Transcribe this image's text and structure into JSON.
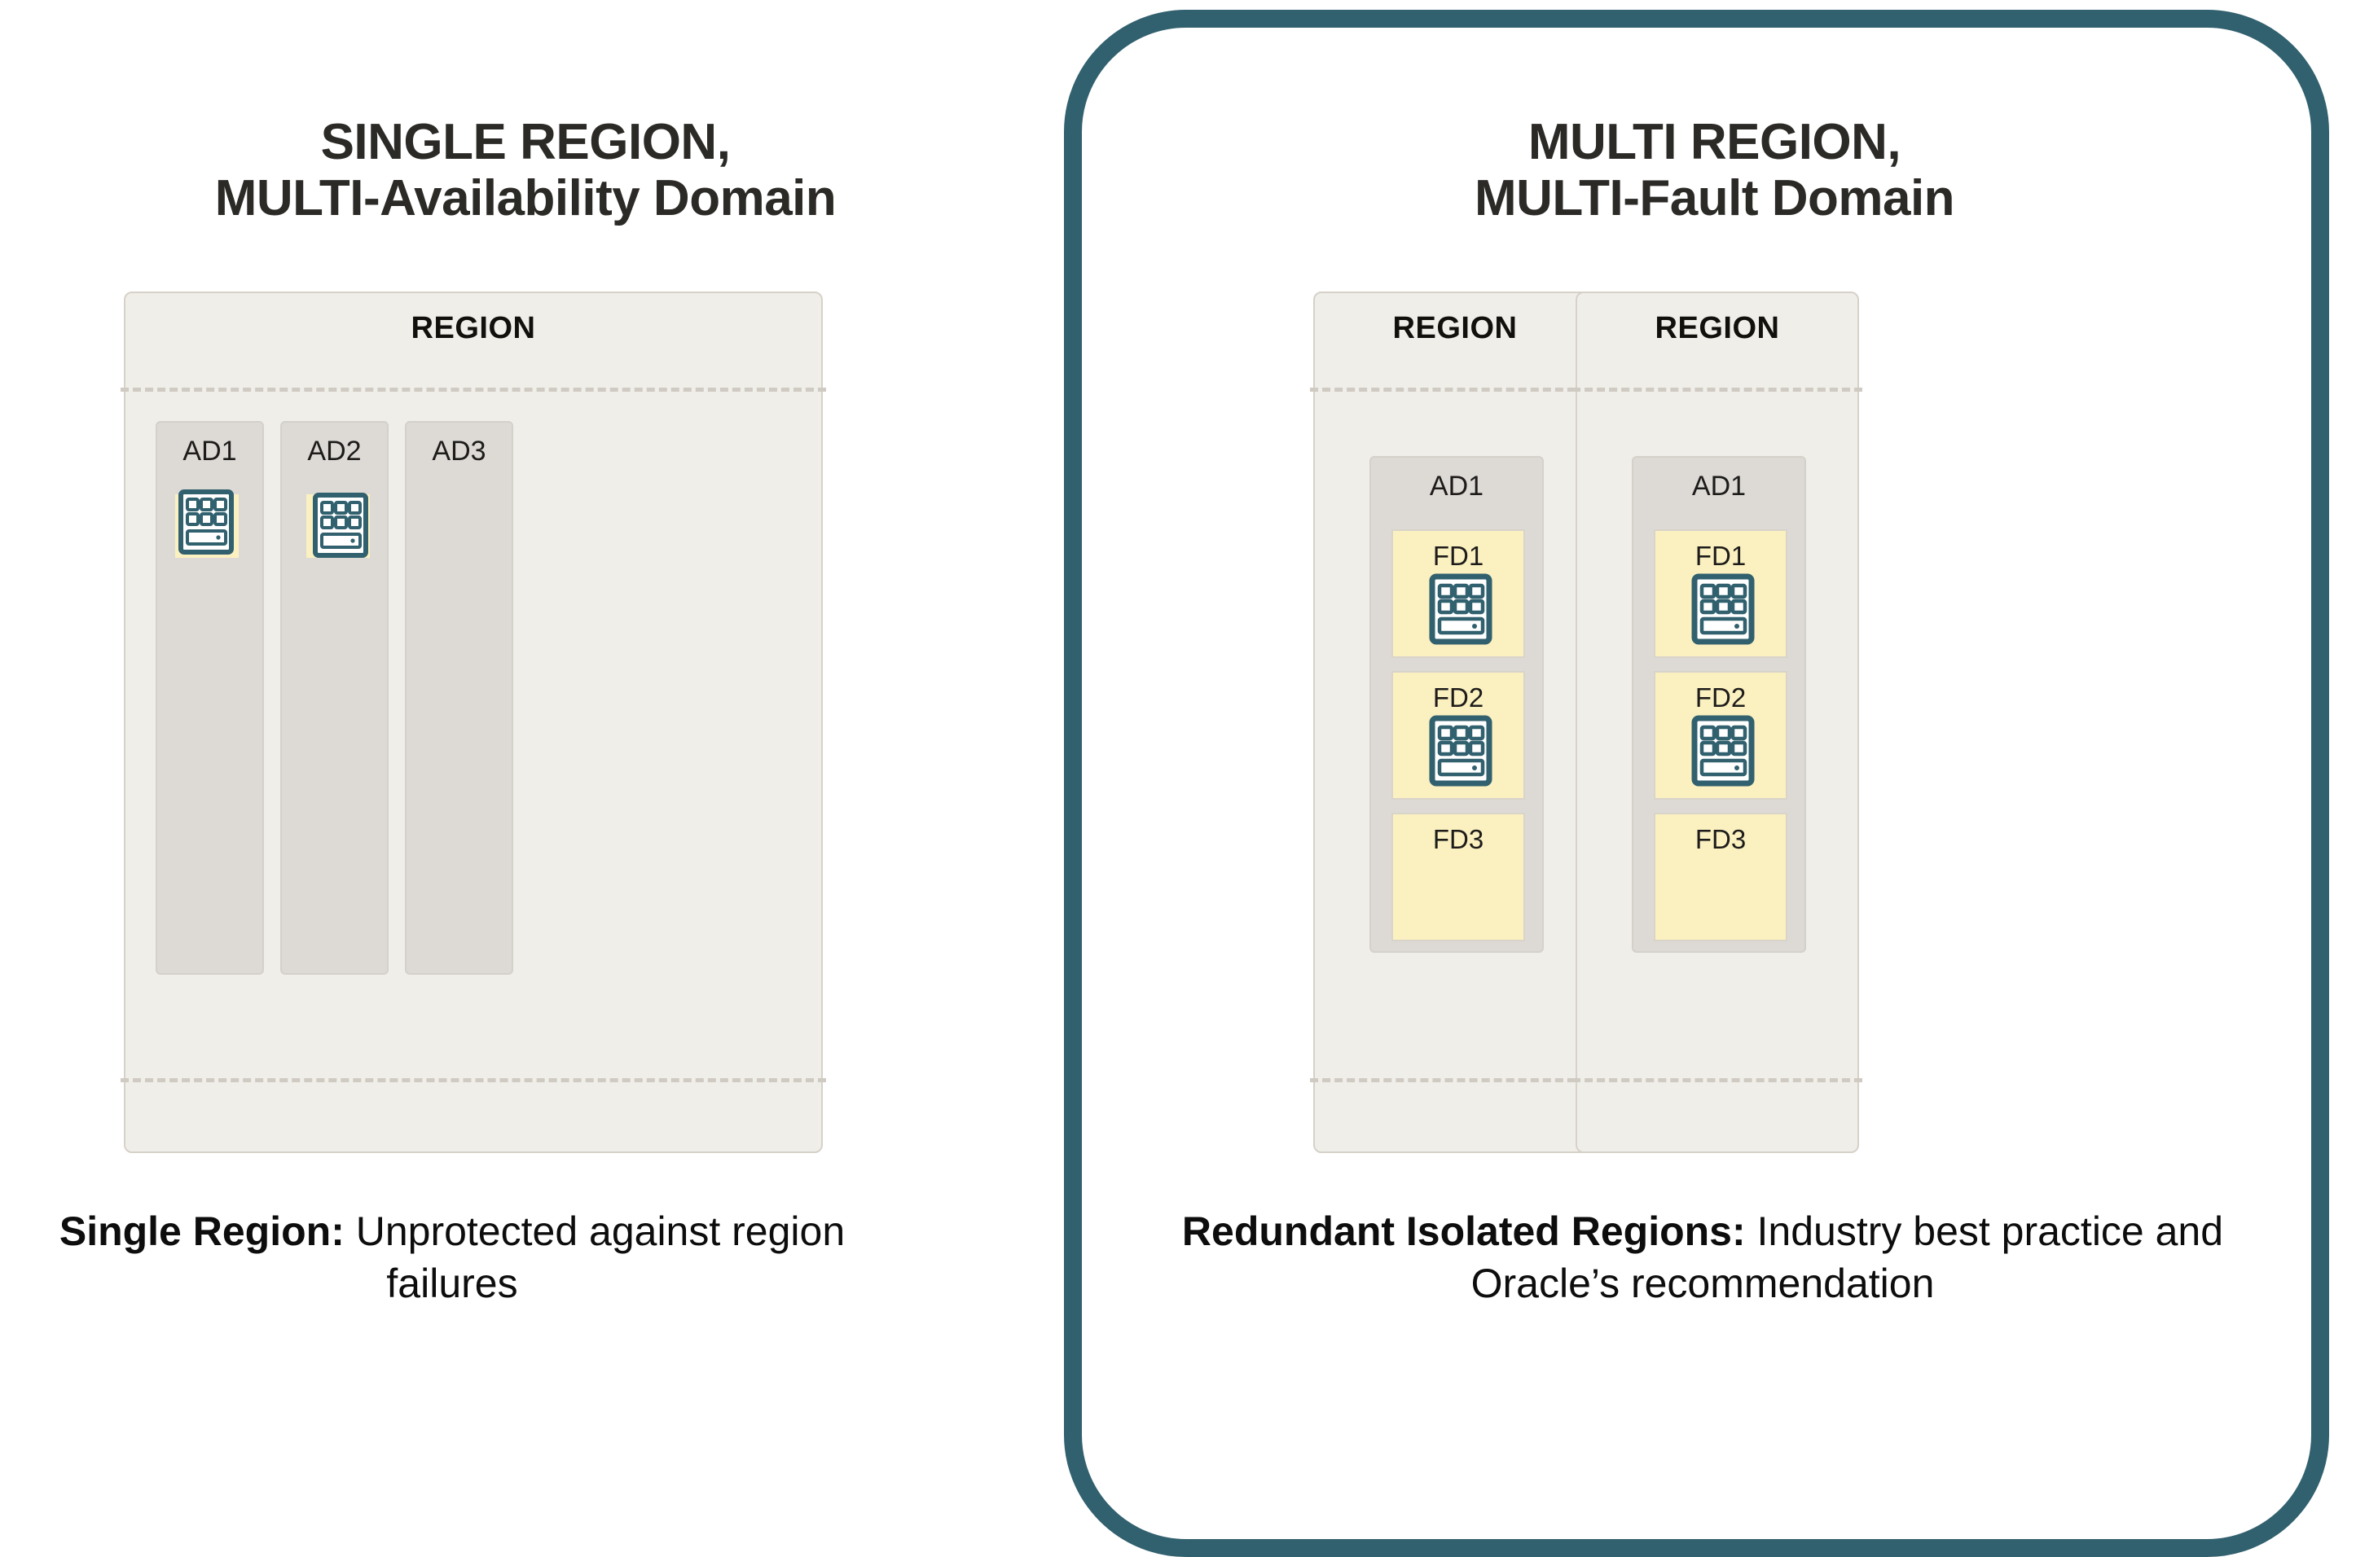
{
  "diagram": {
    "title_left": "SINGLE REGION,\nMULTI-Availability Domain",
    "title_right": "MULTI REGION,\nMULTI-Fault Domain",
    "colors": {
      "highlight_border": "#31606E",
      "region_fill": "#F0EEE9",
      "region_border": "#D6D1C9",
      "availability_domain_fill": "#DDDAD6",
      "fault_domain_fill": "#FBF0C0",
      "server_icon_stroke": "#31606E",
      "dashed_line": "#CFCAC2",
      "title_text": "#2B2A27"
    }
  },
  "panels": [
    {
      "id": "single-region",
      "title": "SINGLE REGION,\nMULTI-Availability Domain",
      "highlighted": false,
      "regions": [
        {
          "label": "REGION",
          "availability_domains": [
            {
              "label": "AD1",
              "has_server": true,
              "server_icon": "server-icon"
            },
            {
              "label": "AD2",
              "has_server": true,
              "server_icon": "server-icon"
            },
            {
              "label": "AD3",
              "has_server": false,
              "server_icon": null
            }
          ]
        }
      ],
      "caption_bold": "Single Region:",
      "caption_rest": " Unprotected against region failures"
    },
    {
      "id": "multi-region",
      "title": "MULTI REGION,\nMULTI-Fault Domain",
      "highlighted": true,
      "regions": [
        {
          "label": "REGION",
          "availability_domains": [
            {
              "label": "AD1",
              "fault_domains": [
                {
                  "label": "FD1",
                  "has_server": true,
                  "server_icon": "server-icon"
                },
                {
                  "label": "FD2",
                  "has_server": true,
                  "server_icon": "server-icon"
                },
                {
                  "label": "FD3",
                  "has_server": false,
                  "server_icon": null
                }
              ]
            }
          ]
        },
        {
          "label": "REGION",
          "availability_domains": [
            {
              "label": "AD1",
              "fault_domains": [
                {
                  "label": "FD1",
                  "has_server": true,
                  "server_icon": "server-icon"
                },
                {
                  "label": "FD2",
                  "has_server": true,
                  "server_icon": "server-icon"
                },
                {
                  "label": "FD3",
                  "has_server": false,
                  "server_icon": null
                }
              ]
            }
          ]
        }
      ],
      "caption_bold": "Redundant Isolated Regions:",
      "caption_rest": " Industry best practice and Oracle’s recommendation"
    }
  ]
}
